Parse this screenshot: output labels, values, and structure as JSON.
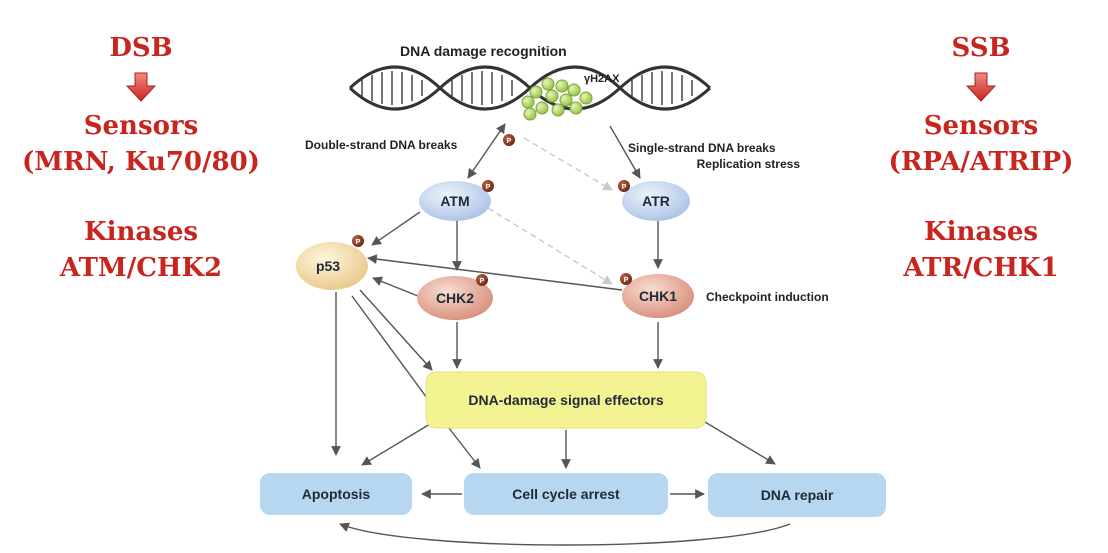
{
  "left_panel": {
    "top": "DSB",
    "sensors_title": "Sensors",
    "sensors_detail": "(MRN, Ku70/80)",
    "kinases_title": "Kinases",
    "kinases_detail": "ATM/CHK2"
  },
  "right_panel": {
    "top": "SSB",
    "sensors_title": "Sensors",
    "sensors_detail": "(RPA/ATRIP)",
    "kinases_title": "Kinases",
    "kinases_detail": "ATR/CHK1"
  },
  "diagram": {
    "title": "DNA damage recognition",
    "h2ax": "γH2AX",
    "dsb_label": "Double-strand DNA breaks",
    "ssb_label_1": "Single-strand DNA breaks",
    "ssb_label_2": "Replication stress",
    "atm": "ATM",
    "atr": "ATR",
    "p53": "p53",
    "chk2": "CHK2",
    "chk1": "CHK1",
    "checkpoint": "Checkpoint induction",
    "effectors": "DNA-damage signal effectors",
    "apoptosis": "Apoptosis",
    "cell_cycle": "Cell cycle arrest",
    "dna_repair": "DNA repair",
    "phospho": "P"
  },
  "colors": {
    "accent_red": "#c8251f",
    "atm_blue": "#c9d8f1",
    "p53_tan": "#f3dfb0",
    "chk_pink": "#e9b3a4",
    "effector_yellow": "#f4f392",
    "outcome_blue": "#b7d6ef",
    "phospho_brown": "#8a3a22"
  }
}
